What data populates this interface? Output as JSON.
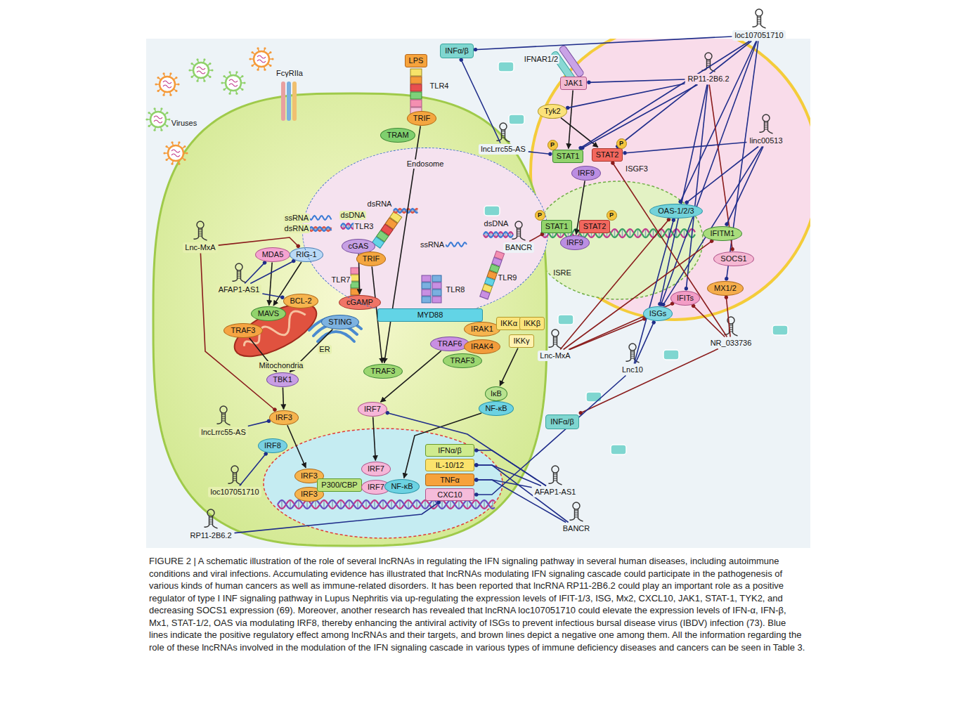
{
  "diagram": {
    "caption": "FIGURE 2 | A schematic illustration of the role of several lncRNAs in regulating the IFN signaling pathway in several human diseases, including autoimmune conditions and viral infections. Accumulating evidence has illustrated that lncRNAs modulating IFN signaling cascade could participate in the pathogenesis of various kinds of human cancers as well as immune-related disorders. It has been reported that lncRNA RP11-2B6.2 could play an important role as a positive regulator of type I INF signaling pathway in Lupus Nephritis via up-regulating the expression levels of IFIT-1/3, ISG, Mx2, CXCL10, JAK1, STAT-1, TYK2, and decreasing SOCS1 expression (69). Moreover, another research has revealed that lncRNA loc107051710 could elevate the expression levels of IFN-α, IFN-β, Mx1, STAT-1/2, OAS via modulating IRF8, thereby enhancing the antiviral activity of ISGs to prevent infectious bursal disease virus (IBDV) infection (73). Blue lines indicate the positive regulatory effect among lncRNAs and their targets, and brown lines depict a negative one among them. All the information regarding the role of these lncRNAs involved in the modulation of the IFN signaling cascade in various types of immune deficiency diseases and cancers can be seen in Table 3.",
    "nodes": [
      {
        "text": [
          "LPS"
        ]
      },
      {
        "text": [
          "TRAM"
        ]
      },
      {
        "text": [
          "TRIF"
        ]
      },
      {
        "text": [
          "MDA5"
        ]
      },
      {
        "text": [
          "RIG-1"
        ]
      },
      {
        "text": [
          "cGAS"
        ]
      },
      {
        "text": [
          "Lnc-MxA"
        ]
      },
      {
        "text": [
          "AFAP1-AS1"
        ]
      },
      {
        "text": [
          "BCL-2"
        ]
      },
      {
        "text": [
          "MAVS"
        ]
      },
      {
        "text": [
          "TRAF3"
        ]
      },
      {
        "text": [
          "cGAMP"
        ]
      },
      {
        "text": [
          "STING"
        ]
      },
      {
        "text": [
          "TBK1"
        ]
      },
      {
        "text": [
          "Endosome"
        ]
      },
      {
        "text": [
          "TRIF"
        ],
        "in": 14
      },
      {
        "text": [
          "MYD88"
        ]
      },
      {
        "text": [
          "IRAK1"
        ]
      },
      {
        "text": [
          "TRAF6"
        ]
      },
      {
        "text": [
          "IRAK4"
        ]
      },
      {
        "text": [
          "TRAF3"
        ]
      },
      {
        "text": [
          "IKKα"
        ]
      },
      {
        "text": [
          "IKKβ"
        ]
      },
      {
        "text": [
          "IKKγ"
        ]
      },
      {
        "text": [
          "TRAF3"
        ]
      },
      {
        "text": [
          "IRF7"
        ]
      },
      {
        "text": [
          "IκB"
        ]
      },
      {
        "text": [
          "NF-κB"
        ]
      },
      {
        "text": [
          "IRF3"
        ]
      },
      {
        "text": [
          "lncLrrc55-AS"
        ]
      },
      {
        "text": [
          "IRF8"
        ]
      },
      {
        "text": [
          "loc107051710"
        ]
      },
      {
        "text": [
          "IRF3"
        ]
      },
      {
        "text": [
          "IRF3"
        ]
      },
      {
        "text": [
          "P300/CBP"
        ]
      },
      {
        "text": [
          "IRF7"
        ]
      },
      {
        "text": [
          "IRF7"
        ]
      },
      {
        "text": [
          "NF-κB"
        ]
      },
      {
        "text": [
          "IFNα/β"
        ]
      },
      {
        "text": [
          "IL-10/12"
        ]
      },
      {
        "text": [
          "TNFα"
        ]
      },
      {
        "text": [
          "CXC10"
        ]
      },
      {
        "text": [
          "RP11-2B6.2"
        ]
      },
      {
        "text": [
          "INFα/β"
        ]
      },
      {
        "text": [
          "AFAP1-AS1"
        ]
      },
      {
        "text": [
          "BANCR"
        ]
      },
      {
        "text": [
          "INFα/β"
        ]
      },
      {
        "text": [
          "JAK1"
        ]
      },
      {
        "text": [
          "Tyk2"
        ]
      },
      {
        "text": [
          "lncLrrc55-AS"
        ]
      },
      {
        "text": [
          "STAT1"
        ]
      },
      {
        "text": [
          "STAT2"
        ]
      },
      {
        "text": [
          "P"
        ]
      },
      {
        "text": [
          "P"
        ]
      },
      {
        "text": [
          "IRF9"
        ]
      },
      {
        "text": [
          "BANCR"
        ]
      },
      {
        "text": [
          "STAT1"
        ]
      },
      {
        "text": [
          "STAT2"
        ]
      },
      {
        "text": [
          "P"
        ]
      },
      {
        "text": [
          "P"
        ]
      },
      {
        "text": [
          "IRF9"
        ]
      },
      {
        "text": [
          "OAS-1/2/3"
        ]
      },
      {
        "text": [
          "IFITM1"
        ]
      },
      {
        "text": [
          "SOCS1"
        ]
      },
      {
        "text": [
          "MX1/2"
        ]
      },
      {
        "text": [
          "IFITs"
        ]
      },
      {
        "text": [
          "ISGs"
        ]
      },
      {
        "text": [
          "loc107051710"
        ]
      },
      {
        "text": [
          "RP11-2B6.2"
        ]
      },
      {
        "text": [
          "linc00513"
        ]
      },
      {
        "text": [
          "NR_033736"
        ]
      },
      {
        "text": [
          "Lnc-MxA"
        ]
      },
      {
        "text": [
          "Lnc10"
        ]
      }
    ],
    "edges": [
      {
        "from": 2,
        "to": 24,
        "arrow": "to"
      },
      {
        "from": 3,
        "to": 9,
        "arrow": "to"
      },
      {
        "from": 4,
        "to": 9,
        "arrow": "to"
      },
      {
        "from": 5,
        "to": 11,
        "arrow": "to"
      },
      {
        "from": 12,
        "to": 13,
        "arrow": "to"
      },
      {
        "from": 10,
        "to": 13,
        "arrow": "to"
      },
      {
        "from": 13,
        "to": 28,
        "arrow": "to"
      },
      {
        "from": 28,
        "to": 32,
        "arrow": "to"
      },
      {
        "from": 15,
        "to": 24,
        "arrow": "to"
      },
      {
        "from": 18,
        "to": 25,
        "arrow": "to"
      },
      {
        "from": 17,
        "to": 21,
        "arrow": "to"
      },
      {
        "from": 23,
        "to": 26,
        "arrow": "to"
      },
      {
        "from": 27,
        "to": 37,
        "arrow": "to"
      },
      {
        "from": 25,
        "to": 35,
        "arrow": "to"
      },
      {
        "from": 47,
        "to": 50,
        "arrow": "to"
      },
      {
        "from": 48,
        "to": 51,
        "arrow": "to"
      },
      {
        "from": 54,
        "to": 60,
        "arrow": "to"
      },
      {
        "from": 6,
        "to": 4,
        "arrow": "to"
      },
      {
        "from": 6,
        "to": 28,
        "arrow": "to"
      },
      {
        "from": 7,
        "to": 3,
        "arrow": "to"
      },
      {
        "from": 7,
        "to": 4,
        "arrow": "to"
      },
      {
        "from": 7,
        "to": 8,
        "arrow": "to"
      },
      {
        "from": 29,
        "to": 28,
        "arrow": "to"
      },
      {
        "from": 31,
        "to": 30,
        "arrow": "to"
      },
      {
        "from": 42,
        "to": 41,
        "arrow": "to"
      },
      {
        "from": 44,
        "to": 38,
        "arrow": "to"
      },
      {
        "from": 44,
        "to": 39,
        "arrow": "to"
      },
      {
        "from": 44,
        "to": 40,
        "arrow": "to"
      },
      {
        "from": 44,
        "to": 25,
        "arrow": "to"
      },
      {
        "from": 45,
        "to": 39,
        "arrow": "to"
      },
      {
        "from": 45,
        "to": 40,
        "arrow": "to"
      },
      {
        "from": 49,
        "to": 46,
        "arrow": "to"
      },
      {
        "from": 49,
        "to": 50,
        "arrow": "to"
      },
      {
        "from": 55,
        "to": 56,
        "arrow": "to"
      },
      {
        "from": 67,
        "to": 46,
        "arrow": "to"
      },
      {
        "from": 67,
        "to": 50,
        "arrow": "to"
      },
      {
        "from": 67,
        "to": 51,
        "arrow": "to"
      },
      {
        "from": 67,
        "to": 61,
        "arrow": "to"
      },
      {
        "from": 67,
        "to": 64,
        "arrow": "to"
      },
      {
        "from": 67,
        "to": 66,
        "arrow": "to"
      },
      {
        "from": 68,
        "to": 47,
        "arrow": "to"
      },
      {
        "from": 68,
        "to": 48,
        "arrow": "to"
      },
      {
        "from": 68,
        "to": 50,
        "arrow": "to"
      },
      {
        "from": 68,
        "to": 65,
        "arrow": "to"
      },
      {
        "from": 68,
        "to": 66,
        "arrow": "to"
      },
      {
        "from": 68,
        "to": 63,
        "arrow": "to"
      },
      {
        "from": 69,
        "to": 51,
        "arrow": "to"
      },
      {
        "from": 69,
        "to": 61,
        "arrow": "to"
      },
      {
        "from": 69,
        "to": 66,
        "arrow": "to"
      },
      {
        "from": 69,
        "to": 62,
        "arrow": "to"
      },
      {
        "from": 70,
        "to": 64,
        "arrow": "to"
      },
      {
        "from": 70,
        "to": 65,
        "arrow": "to"
      },
      {
        "from": 70,
        "to": 51,
        "arrow": "to"
      },
      {
        "from": 70,
        "to": 43,
        "arrow": "to"
      },
      {
        "from": 71,
        "to": 62,
        "arrow": "to"
      },
      {
        "from": 71,
        "to": 65,
        "arrow": "to"
      },
      {
        "from": 71,
        "to": 66,
        "arrow": "to"
      },
      {
        "from": 71,
        "to": 61,
        "arrow": "to"
      },
      {
        "from": 72,
        "to": 66,
        "arrow": "to"
      },
      {
        "from": 72,
        "to": 41,
        "arrow": "to"
      },
      {
        "from": 72,
        "to": 61,
        "arrow": "to"
      }
    ],
    "labels": [
      "Viruses",
      "FcγRIIa",
      "TLR4",
      "ssRNA",
      "dsRNA",
      "dsDNA",
      "Mitochondria",
      "ER",
      "dsRNA",
      "TLR3",
      "ssRNA",
      "TLR7",
      "TLR8",
      "dsDNA",
      "TLR9",
      "IFNAR1/2",
      "ISGF3",
      "ISRE"
    ]
  }
}
